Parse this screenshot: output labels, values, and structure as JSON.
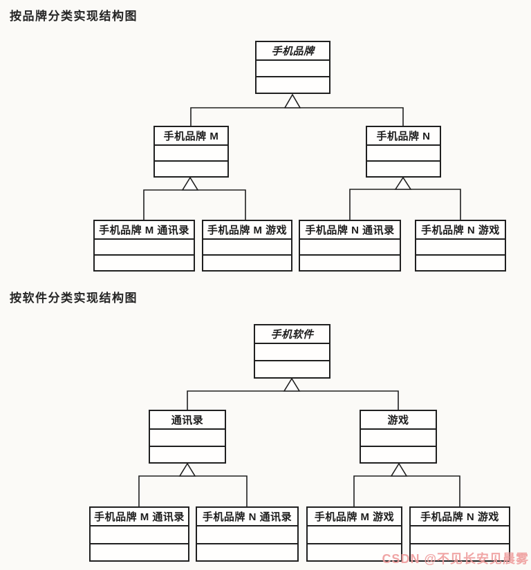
{
  "diagrams": [
    {
      "title": "按品牌分类实现结构图",
      "root": "手机品牌",
      "children": [
        "手机品牌 M",
        "手机品牌 N"
      ],
      "leaves": [
        "手机品牌 M 通讯录",
        "手机品牌 M 游戏",
        "手机品牌 N 通讯录",
        "手机品牌 N 游戏"
      ]
    },
    {
      "title": "按软件分类实现结构图",
      "root": "手机软件",
      "children": [
        "通讯录",
        "游戏"
      ],
      "leaves": [
        "手机品牌 M 通讯录",
        "手机品牌 N 通讯录",
        "手机品牌 M 游戏",
        "手机品牌 N 游戏"
      ]
    }
  ],
  "watermark": {
    "text": "CSDN @不见长安见晨雾"
  },
  "colors": {
    "line": "#1f1f1f",
    "background": "#fbfaf7",
    "watermark": "#ef9d9d"
  }
}
